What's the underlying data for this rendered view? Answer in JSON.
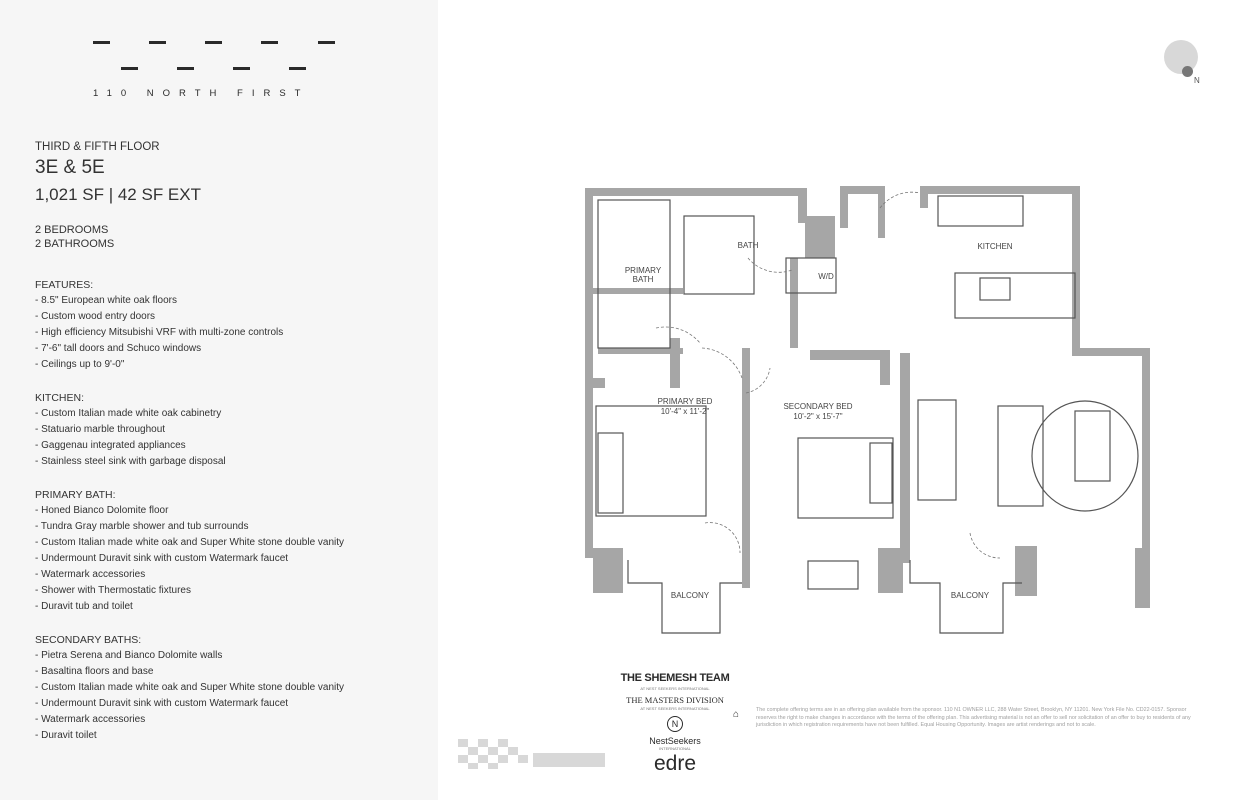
{
  "brand": {
    "name": "110 NORTH FIRST"
  },
  "unit": {
    "floor": "THIRD & FIFTH FLOOR",
    "name": "3E & 5E",
    "area": "1,021 SF | 42 SF EXT",
    "bedrooms": "2 BEDROOMS",
    "bathrooms": "2 BATHROOMS"
  },
  "sections": [
    {
      "heading": "FEATURES:",
      "items": [
        "- 8.5\" European white oak floors",
        "- Custom wood entry doors",
        "- High efficiency Mitsubishi VRF with multi-zone controls",
        "- 7'-6\" tall doors and Schuco windows",
        "- Ceilings up to 9'-0\""
      ]
    },
    {
      "heading": "KITCHEN:",
      "items": [
        "- Custom Italian made white oak cabinetry",
        "- Statuario marble throughout",
        "- Gaggenau integrated appliances",
        "- Stainless steel sink with garbage disposal"
      ]
    },
    {
      "heading": "PRIMARY BATH:",
      "items": [
        "- Honed Bianco Dolomite floor",
        "- Tundra Gray marble shower and tub surrounds",
        "- Custom Italian made white oak and Super White stone double vanity",
        "- Undermount Duravit sink with custom Watermark faucet",
        "- Watermark accessories",
        "- Shower with Thermostatic fixtures",
        "- Duravit tub and toilet"
      ]
    },
    {
      "heading": "SECONDARY BATHS:",
      "items": [
        "- Pietra Serena and Bianco Dolomite walls",
        "- Basaltina floors and base",
        "- Custom Italian made white oak and Super White stone double vanity",
        "- Undermount Duravit sink with custom Watermark faucet",
        "- Watermark accessories",
        "- Duravit toilet"
      ]
    }
  ],
  "plan": {
    "primary_bath": [
      "PRIMARY",
      "BATH"
    ],
    "bath": "BATH",
    "wd": "W/D",
    "kitchen": "KITCHEN",
    "primary_bed": [
      "PRIMARY BED",
      "10'-4\" x 11'-2\""
    ],
    "secondary_bed": [
      "SECONDARY BED",
      "10'-2\" x 15'-7\""
    ],
    "balcony_left": "BALCONY",
    "balcony_right": "BALCONY"
  },
  "compass": {
    "label": "N"
  },
  "logos": {
    "shemesh": "THE SHEMESH TEAM",
    "shemesh_sub": "AT NEST SEEKERS INTERNATIONAL",
    "masters": "THE MASTERS DIVISION",
    "masters_sub": "AT NEST SEEKERS INTERNATIONAL",
    "nestseekers": "NestSeekers",
    "nestseekers_sub": "INTERNATIONAL",
    "edre": "edre"
  },
  "disclaimer": "The complete offering terms are in an offering plan available from the sponsor. 110 N1 OWNER LLC, 288 Water Street, Brooklyn, NY 11201. New York File No. CD22-0157. Sponsor reserves the right to make changes in accordance with the terms of the offering plan. This advertising material is not an offer to sell nor solicitation of an offer to buy to residents of any jurisdiction in which registration requirements have not been fulfilled. Equal Housing Opportunity. Images are artist renderings and not to scale.",
  "colors": {
    "wall": "#a6a6a6",
    "panel": "#f6f6f6",
    "ink": "#2a2a2a"
  }
}
